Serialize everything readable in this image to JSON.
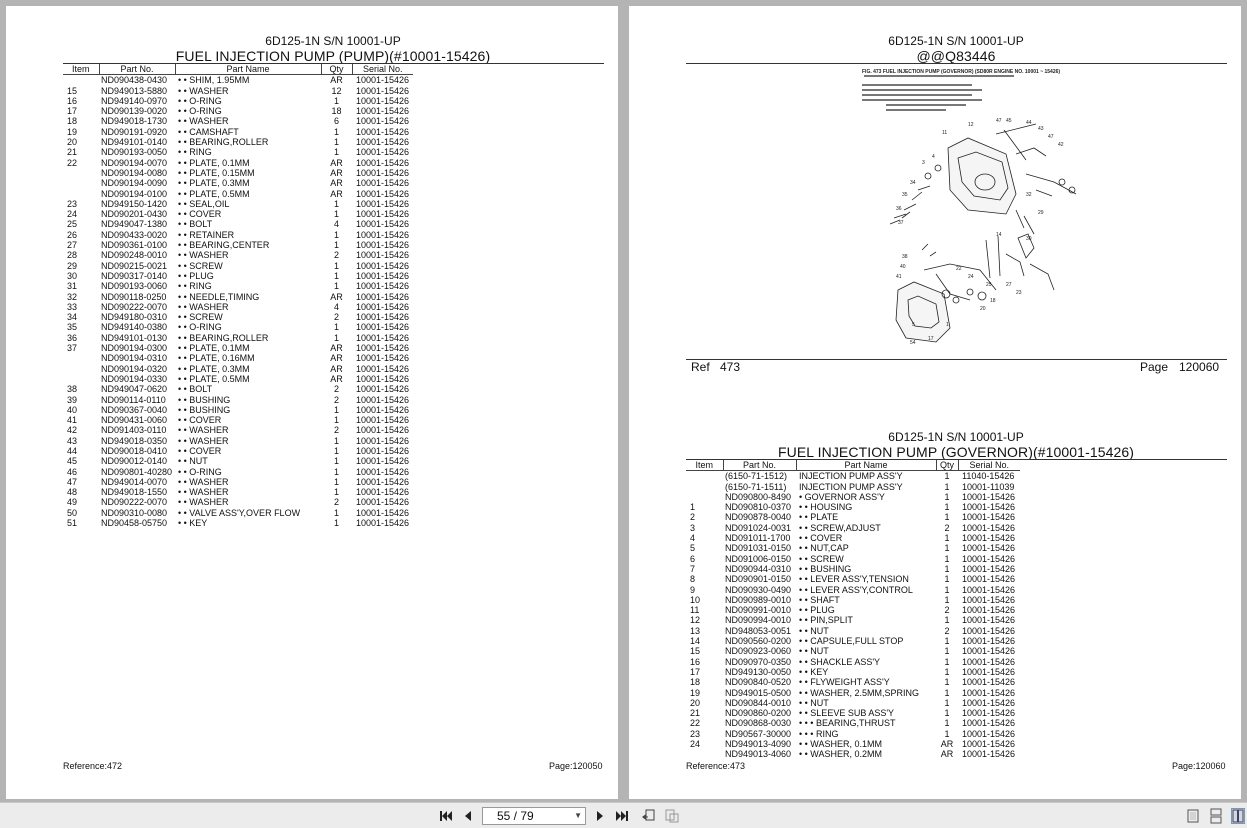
{
  "left_page": {
    "model": "6D125-1N S/N 10001-UP",
    "title": "FUEL INJECTION PUMP (PUMP)(#10001-15426)",
    "columns": [
      "Item",
      "Part No.",
      "Part Name",
      "Qty",
      "Serial No."
    ],
    "rows": [
      [
        "",
        "ND090438-0430",
        "• • SHIM, 1.95MM",
        "AR",
        "10001-15426"
      ],
      [
        "15",
        "ND949013-5880",
        "• • WASHER",
        "12",
        "10001-15426"
      ],
      [
        "16",
        "ND949140-0970",
        "• • O-RING",
        "1",
        "10001-15426"
      ],
      [
        "17",
        "ND090139-0020",
        "• • O-RING",
        "18",
        "10001-15426"
      ],
      [
        "18",
        "ND949018-1730",
        "• • WASHER",
        "6",
        "10001-15426"
      ],
      [
        "19",
        "ND090191-0920",
        "• • CAMSHAFT",
        "1",
        "10001-15426"
      ],
      [
        "20",
        "ND949101-0140",
        "• • BEARING,ROLLER",
        "1",
        "10001-15426"
      ],
      [
        "21",
        "ND090193-0050",
        "• • RING",
        "1",
        "10001-15426"
      ],
      [
        "22",
        "ND090194-0070",
        "• • PLATE, 0.1MM",
        "AR",
        "10001-15426"
      ],
      [
        "",
        "ND090194-0080",
        "• • PLATE, 0.15MM",
        "AR",
        "10001-15426"
      ],
      [
        "",
        "ND090194-0090",
        "• • PLATE, 0.3MM",
        "AR",
        "10001-15426"
      ],
      [
        "",
        "ND090194-0100",
        "• • PLATE, 0.5MM",
        "AR",
        "10001-15426"
      ],
      [
        "23",
        "ND949150-1420",
        "• • SEAL,OIL",
        "1",
        "10001-15426"
      ],
      [
        "24",
        "ND090201-0430",
        "• • COVER",
        "1",
        "10001-15426"
      ],
      [
        "25",
        "ND949047-1380",
        "• • BOLT",
        "4",
        "10001-15426"
      ],
      [
        "26",
        "ND090433-0020",
        "• • RETAINER",
        "1",
        "10001-15426"
      ],
      [
        "27",
        "ND090361-0100",
        "• • BEARING,CENTER",
        "1",
        "10001-15426"
      ],
      [
        "28",
        "ND090248-0010",
        "• • WASHER",
        "2",
        "10001-15426"
      ],
      [
        "29",
        "ND090215-0021",
        "• • SCREW",
        "1",
        "10001-15426"
      ],
      [
        "30",
        "ND090317-0140",
        "• • PLUG",
        "1",
        "10001-15426"
      ],
      [
        "31",
        "ND090193-0060",
        "• • RING",
        "1",
        "10001-15426"
      ],
      [
        "32",
        "ND090118-0250",
        "• • NEEDLE,TIMING",
        "AR",
        "10001-15426"
      ],
      [
        "33",
        "ND090222-0070",
        "• • WASHER",
        "4",
        "10001-15426"
      ],
      [
        "34",
        "ND949180-0310",
        "• • SCREW",
        "2",
        "10001-15426"
      ],
      [
        "35",
        "ND949140-0380",
        "• • O-RING",
        "1",
        "10001-15426"
      ],
      [
        "36",
        "ND949101-0130",
        "• • BEARING,ROLLER",
        "1",
        "10001-15426"
      ],
      [
        "37",
        "ND090194-0300",
        "• • PLATE, 0.1MM",
        "AR",
        "10001-15426"
      ],
      [
        "",
        "ND090194-0310",
        "• • PLATE, 0.16MM",
        "AR",
        "10001-15426"
      ],
      [
        "",
        "ND090194-0320",
        "• • PLATE, 0.3MM",
        "AR",
        "10001-15426"
      ],
      [
        "",
        "ND090194-0330",
        "• • PLATE, 0.5MM",
        "AR",
        "10001-15426"
      ],
      [
        "38",
        "ND949047-0620",
        "• • BOLT",
        "2",
        "10001-15426"
      ],
      [
        "39",
        "ND090114-0110",
        "• • BUSHING",
        "2",
        "10001-15426"
      ],
      [
        "40",
        "ND090367-0040",
        "• • BUSHING",
        "1",
        "10001-15426"
      ],
      [
        "41",
        "ND090431-0060",
        "• • COVER",
        "1",
        "10001-15426"
      ],
      [
        "42",
        "ND091403-0110",
        "• • WASHER",
        "2",
        "10001-15426"
      ],
      [
        "43",
        "ND949018-0350",
        "• • WASHER",
        "1",
        "10001-15426"
      ],
      [
        "44",
        "ND090018-0410",
        "• • COVER",
        "1",
        "10001-15426"
      ],
      [
        "45",
        "ND090012-0140",
        "• • NUT",
        "1",
        "10001-15426"
      ],
      [
        "46",
        "ND090801-40280",
        "• • O-RING",
        "1",
        "10001-15426"
      ],
      [
        "47",
        "ND949014-0070",
        "• • WASHER",
        "1",
        "10001-15426"
      ],
      [
        "48",
        "ND949018-1550",
        "• • WASHER",
        "1",
        "10001-15426"
      ],
      [
        "49",
        "ND090222-0070",
        "• • WASHER",
        "2",
        "10001-15426"
      ],
      [
        "50",
        "ND090310-0080",
        "• • VALVE ASS'Y,OVER FLOW",
        "1",
        "10001-15426"
      ],
      [
        "51",
        "ND90458-05750",
        "• • KEY",
        "1",
        "10001-15426"
      ]
    ],
    "reference": "Reference:472",
    "page": "Page:120050"
  },
  "right_page": {
    "top_model": "6D125-1N S/N 10001-UP",
    "top_title": "@@Q83446",
    "figure_caption": "FIG. 473  FUEL INJECTION PUMP (GOVERNOR) (SD80R ENGINE NO. 10001 ~ 15426)",
    "ref_label": "Ref",
    "ref_value": "473",
    "page_label": "Page",
    "page_value": "120060",
    "model": "6D125-1N S/N 10001-UP",
    "title": "FUEL INJECTION PUMP (GOVERNOR)(#10001-15426)",
    "columns": [
      "Item",
      "Part No.",
      "Part Name",
      "Qty",
      "Serial No."
    ],
    "rows": [
      [
        "",
        "(6150-71-1512)",
        "INJECTION PUMP ASS'Y",
        "1",
        "11040-15426"
      ],
      [
        "",
        "(6150-71-1511)",
        "INJECTION PUMP ASS'Y",
        "1",
        "10001-11039"
      ],
      [
        "",
        "ND090800-8490",
        "• GOVERNOR ASS'Y",
        "1",
        "10001-15426"
      ],
      [
        "1",
        "ND090810-0370",
        "• • HOUSING",
        "1",
        "10001-15426"
      ],
      [
        "2",
        "ND090878-0040",
        "• • PLATE",
        "1",
        "10001-15426"
      ],
      [
        "3",
        "ND091024-0031",
        "• • SCREW,ADJUST",
        "2",
        "10001-15426"
      ],
      [
        "4",
        "ND091011-1700",
        "• • COVER",
        "1",
        "10001-15426"
      ],
      [
        "5",
        "ND091031-0150",
        "• • NUT,CAP",
        "1",
        "10001-15426"
      ],
      [
        "6",
        "ND091006-0150",
        "• • SCREW",
        "1",
        "10001-15426"
      ],
      [
        "7",
        "ND090944-0310",
        "• • BUSHING",
        "1",
        "10001-15426"
      ],
      [
        "8",
        "ND090901-0150",
        "• • LEVER ASS'Y,TENSION",
        "1",
        "10001-15426"
      ],
      [
        "9",
        "ND090930-0490",
        "• • LEVER ASS'Y,CONTROL",
        "1",
        "10001-15426"
      ],
      [
        "10",
        "ND090989-0010",
        "• • SHAFT",
        "1",
        "10001-15426"
      ],
      [
        "11",
        "ND090991-0010",
        "• • PLUG",
        "2",
        "10001-15426"
      ],
      [
        "12",
        "ND090994-0010",
        "• • PIN,SPLIT",
        "1",
        "10001-15426"
      ],
      [
        "13",
        "ND948053-0051",
        "• • NUT",
        "2",
        "10001-15426"
      ],
      [
        "14",
        "ND090560-0200",
        "• • CAPSULE,FULL STOP",
        "1",
        "10001-15426"
      ],
      [
        "15",
        "ND090923-0060",
        "• • NUT",
        "1",
        "10001-15426"
      ],
      [
        "16",
        "ND090970-0350",
        "• • SHACKLE ASS'Y",
        "1",
        "10001-15426"
      ],
      [
        "17",
        "ND949130-0050",
        "• • KEY",
        "1",
        "10001-15426"
      ],
      [
        "18",
        "ND090840-0520",
        "• • FLYWEIGHT ASS'Y",
        "1",
        "10001-15426"
      ],
      [
        "19",
        "ND949015-0500",
        "• • WASHER, 2.5MM,SPRING",
        "1",
        "10001-15426"
      ],
      [
        "20",
        "ND090844-0010",
        "• • NUT",
        "1",
        "10001-15426"
      ],
      [
        "21",
        "ND090860-0200",
        "• • SLEEVE SUB ASS'Y",
        "1",
        "10001-15426"
      ],
      [
        "22",
        "ND090868-0030",
        "• • • BEARING,THRUST",
        "1",
        "10001-15426"
      ],
      [
        "23",
        "ND90567-30000",
        "• • • RING",
        "1",
        "10001-15426"
      ],
      [
        "24",
        "ND949013-4090",
        "• • WASHER, 0.1MM",
        "AR",
        "10001-15426"
      ],
      [
        "",
        "ND949013-4060",
        "• • WASHER, 0.2MM",
        "AR",
        "10001-15426"
      ]
    ],
    "reference": "Reference:473",
    "page": "Page:120060"
  },
  "toolbar": {
    "page_indicator": "55 / 79",
    "icons": [
      "first-page-icon",
      "prev-page-icon",
      "next-page-icon",
      "last-page-icon",
      "back-view-icon",
      "forward-view-icon",
      "single-page-view-icon",
      "continuous-view-icon",
      "two-page-view-icon"
    ]
  }
}
